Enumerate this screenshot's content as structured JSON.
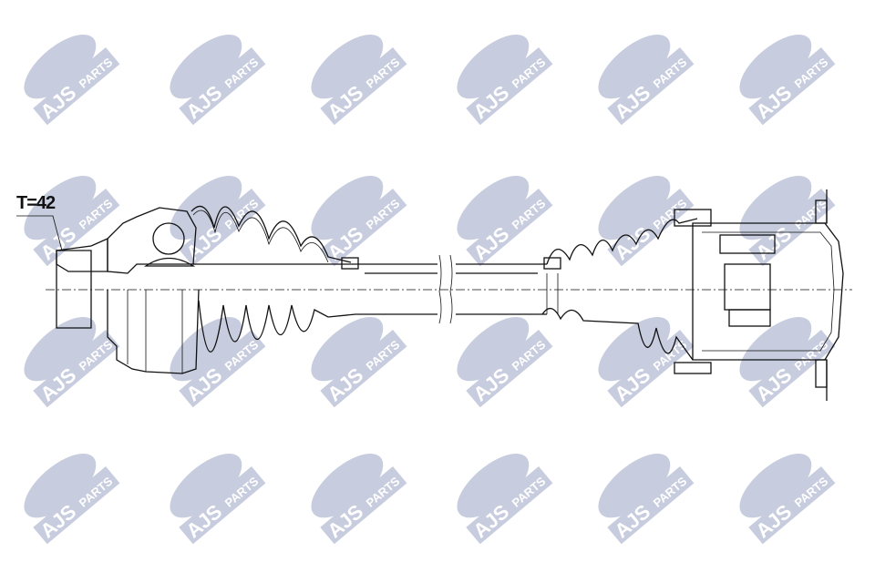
{
  "watermark": {
    "brand": "AJS",
    "suffix": "PARTS",
    "color": "#c7ccde"
  },
  "annotation": {
    "thread_label": "T=42"
  },
  "colors": {
    "line": "#111111",
    "background": "#ffffff"
  }
}
